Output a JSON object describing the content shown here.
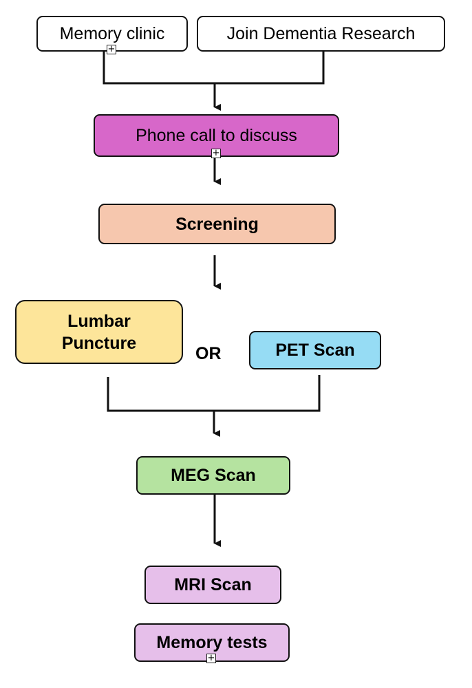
{
  "nodes": {
    "memory_clinic": "Memory clinic",
    "join_dementia_research": "Join Dementia Research",
    "phone_call": "Phone call to discuss",
    "screening": "Screening",
    "lumbar_puncture": "Lumbar\nPuncture",
    "or_label": "OR",
    "pet_scan": "PET Scan",
    "meg_scan": "MEG Scan",
    "mri_scan": "MRI Scan",
    "memory_tests": "Memory tests"
  },
  "colors": {
    "phone_call": "#d767c9",
    "screening": "#f6c7ae",
    "lumbar_puncture": "#fde59a",
    "pet_scan": "#96dcf4",
    "meg_scan": "#b5e3a0",
    "mri_scan": "#e6bfea",
    "memory_tests": "#e6bfea"
  },
  "icons": {
    "expand": "plus-box-icon",
    "expand_glyph": "+"
  }
}
